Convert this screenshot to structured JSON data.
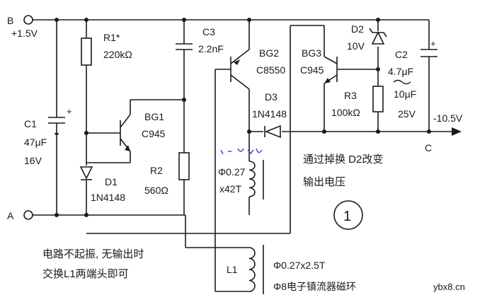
{
  "terminals": {
    "b_name": "B",
    "b_voltage": "+1.5V",
    "a_name": "A",
    "c_name": "C",
    "c_voltage": "-10.5V"
  },
  "components": {
    "r1": {
      "ref": "R1*",
      "value": "220kΩ"
    },
    "c3": {
      "ref": "C3",
      "value": "2.2nF"
    },
    "bg2": {
      "ref": "BG2",
      "part": "C8550"
    },
    "bg3": {
      "ref": "BG3",
      "part": "C945"
    },
    "d2": {
      "ref": "D2",
      "value": "10V"
    },
    "c2": {
      "ref": "C2",
      "value1": "4.7μF",
      "value2": "10μF",
      "voltage": "25V"
    },
    "c1": {
      "ref": "C1",
      "value": "47μF",
      "voltage": "16V"
    },
    "bg1": {
      "ref": "BG1",
      "part": "C945"
    },
    "d3": {
      "ref": "D3",
      "part": "1N4148"
    },
    "r3": {
      "ref": "R3",
      "value": "100kΩ"
    },
    "d1": {
      "ref": "D1",
      "part": "1N4148"
    },
    "r2": {
      "ref": "R2",
      "value": "560Ω"
    },
    "l_main": {
      "wire": "Φ0.27",
      "turns": "x42T"
    },
    "l1": {
      "ref": "L1",
      "spec": "Φ0.27x2.5T",
      "core": "Φ8电子镇流器磁环"
    }
  },
  "figure_number": "1",
  "notes": {
    "output_line1": "通过掉换 D2改变",
    "output_line2": "输出电压",
    "osc_line1": "电路不起振, 无输出时",
    "osc_line2": "交换L1两端头即可"
  },
  "watermark": "ybx8.cn"
}
